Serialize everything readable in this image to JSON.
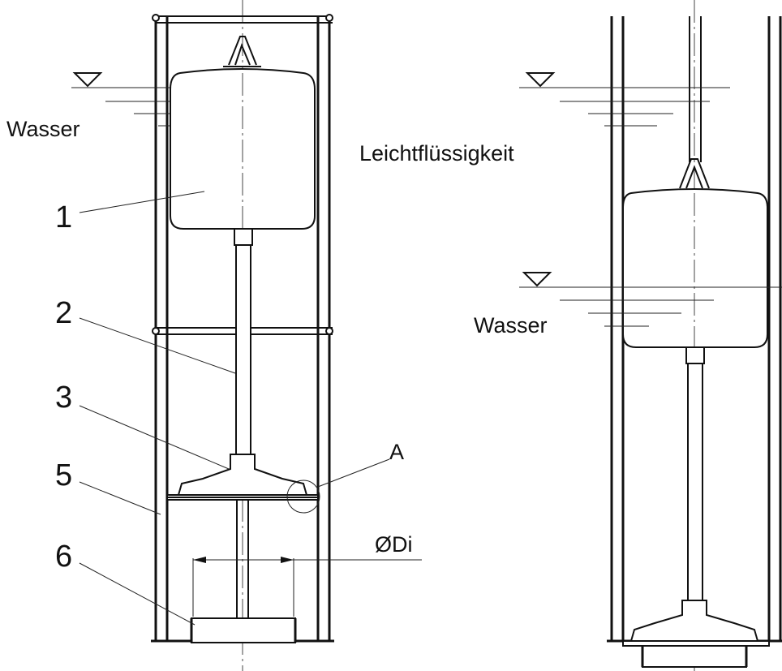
{
  "labels": {
    "wasser_left": "Wasser",
    "leichtfluessigkeit": "Leichtflüssigkeit",
    "wasser_right": "Wasser",
    "part_1": "1",
    "part_2": "2",
    "part_3": "3",
    "part_5": "5",
    "part_6": "6",
    "detail_a": "A",
    "diameter": "ØDi"
  }
}
